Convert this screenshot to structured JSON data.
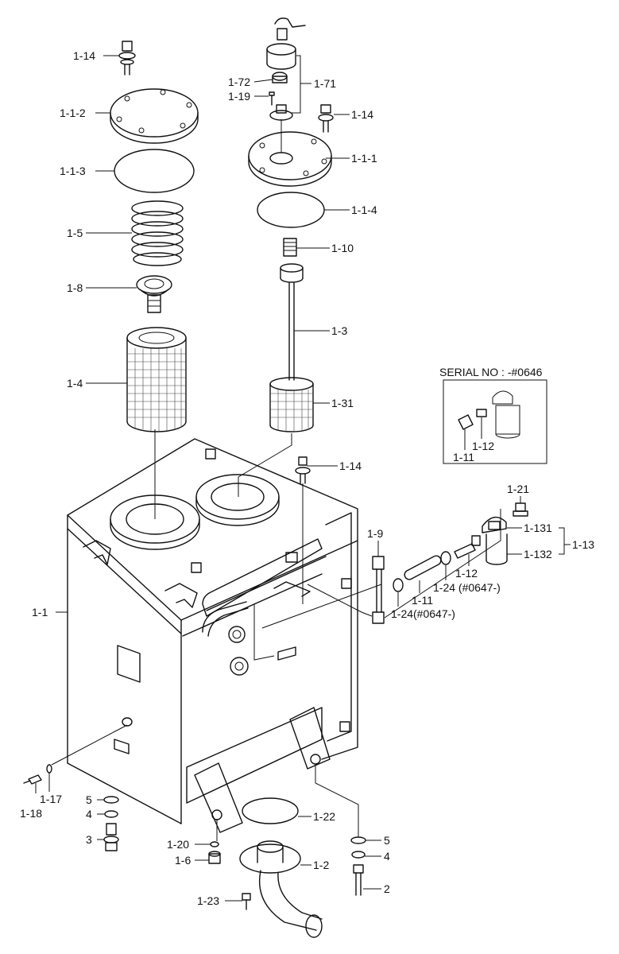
{
  "inset": {
    "title": "SERIAL NO : -#0646"
  },
  "labels": {
    "l_1_14_a": "1-14",
    "l_1_1_2": "1-1-2",
    "l_1_1_3": "1-1-3",
    "l_1_5": "1-5",
    "l_1_8": "1-8",
    "l_1_4": "1-4",
    "l_1_72": "1-72",
    "l_1_71": "1-71",
    "l_1_19": "1-19",
    "l_1_14_b": "1-14",
    "l_1_1_1": "1-1-1",
    "l_1_1_4": "1-1-4",
    "l_1_10": "1-10",
    "l_1_3": "1-3",
    "l_1_31": "1-31",
    "l_1_14_c": "1-14",
    "l_1_12_inset": "1-12",
    "l_1_11_inset": "1-11",
    "l_1_21": "1-21",
    "l_1_9": "1-9",
    "l_1_131": "1-131",
    "l_1_132": "1-132",
    "l_1_13": "1-13",
    "l_1_12": "1-12",
    "l_1_24_a": "1-24 (#0647-)",
    "l_1_11": "1-11",
    "l_1_24_b": "1-24(#0647-)",
    "l_1_1": "1-1",
    "l_1_17": "1-17",
    "l_1_18": "1-18",
    "l_5_a": "5",
    "l_4_a": "4",
    "l_3": "3",
    "l_1_20": "1-20",
    "l_1_6": "1-6",
    "l_1_22": "1-22",
    "l_1_2": "1-2",
    "l_1_23": "1-23",
    "l_5_b": "5",
    "l_4_b": "4",
    "l_2": "2"
  }
}
